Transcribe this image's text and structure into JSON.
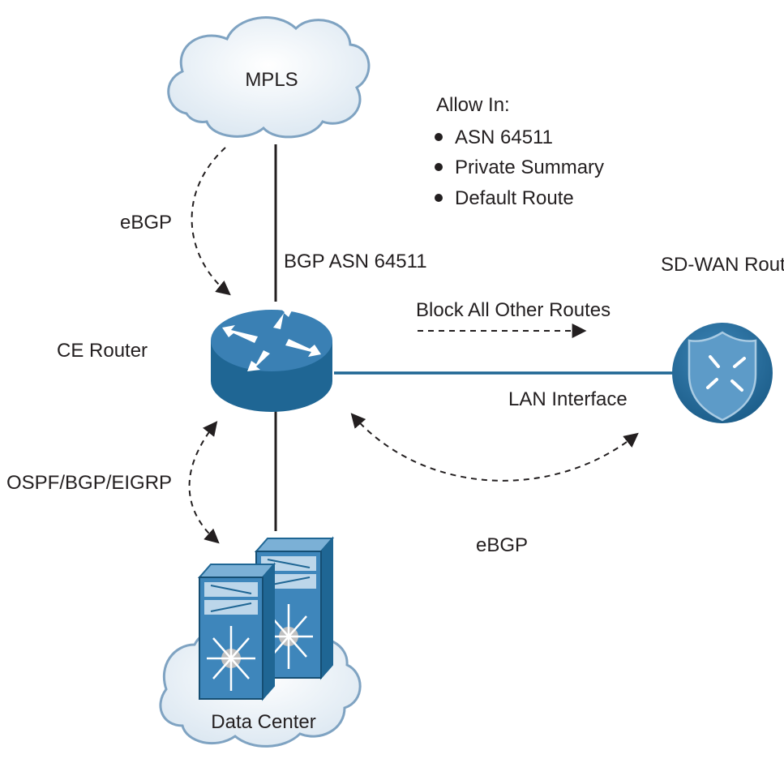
{
  "colors": {
    "device_blue": "#1f6694",
    "device_light": "#c7dcea",
    "cloud_fill": "#e6eef5",
    "cloud_stroke": "#7fa3c2",
    "line": "#231f20",
    "lan_line": "#1f6694"
  },
  "nodes": {
    "mpls": {
      "label": "MPLS",
      "icon": "cloud-icon"
    },
    "ce_router": {
      "label": "CE Router",
      "icon": "router-icon"
    },
    "sdwan_router": {
      "label": "SD-WAN Router",
      "icon": "shield-router-icon"
    },
    "data_center": {
      "label": "Data Center",
      "icon": "switch-stack-icon"
    }
  },
  "links": {
    "mpls_ce": {
      "label": "BGP ASN 64511"
    },
    "ce_sdwan": {
      "label": "LAN Interface"
    }
  },
  "protocols": {
    "mpls_ce": "eBGP",
    "ce_dc": "OSPF/BGP/EIGRP",
    "ce_sdwan": "eBGP",
    "block": "Block All Other Routes"
  },
  "policy": {
    "title": "Allow In:",
    "items": [
      "ASN 64511",
      "Private Summary",
      "Default Route"
    ]
  }
}
